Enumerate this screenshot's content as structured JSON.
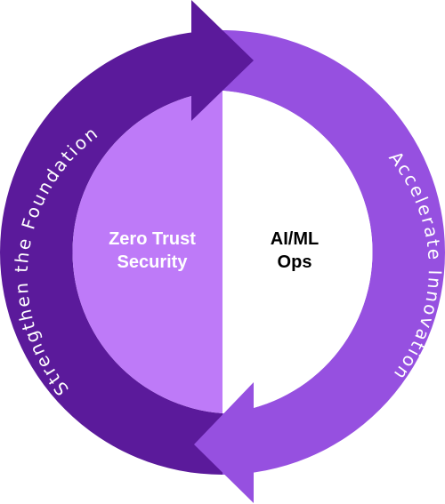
{
  "cycle": {
    "left_arc_label": "Strengthen the Foundation",
    "right_arc_label": "Accelerate Innovation"
  },
  "center": {
    "left_half": {
      "line1": "Zero Trust",
      "line2": "Security"
    },
    "right_half": {
      "line1": "AI/ML",
      "line2": "Ops"
    }
  },
  "colors": {
    "dark_purple": "#5b1a9b",
    "medium_purple": "#9650e0",
    "light_purple": "#be7af8",
    "center_right_fill": "#ffffff",
    "left_text": "#ffffff",
    "right_text": "#000000"
  },
  "icons": {
    "top_arrow": "arrow-right-icon",
    "bottom_arrow": "arrow-left-icon"
  }
}
